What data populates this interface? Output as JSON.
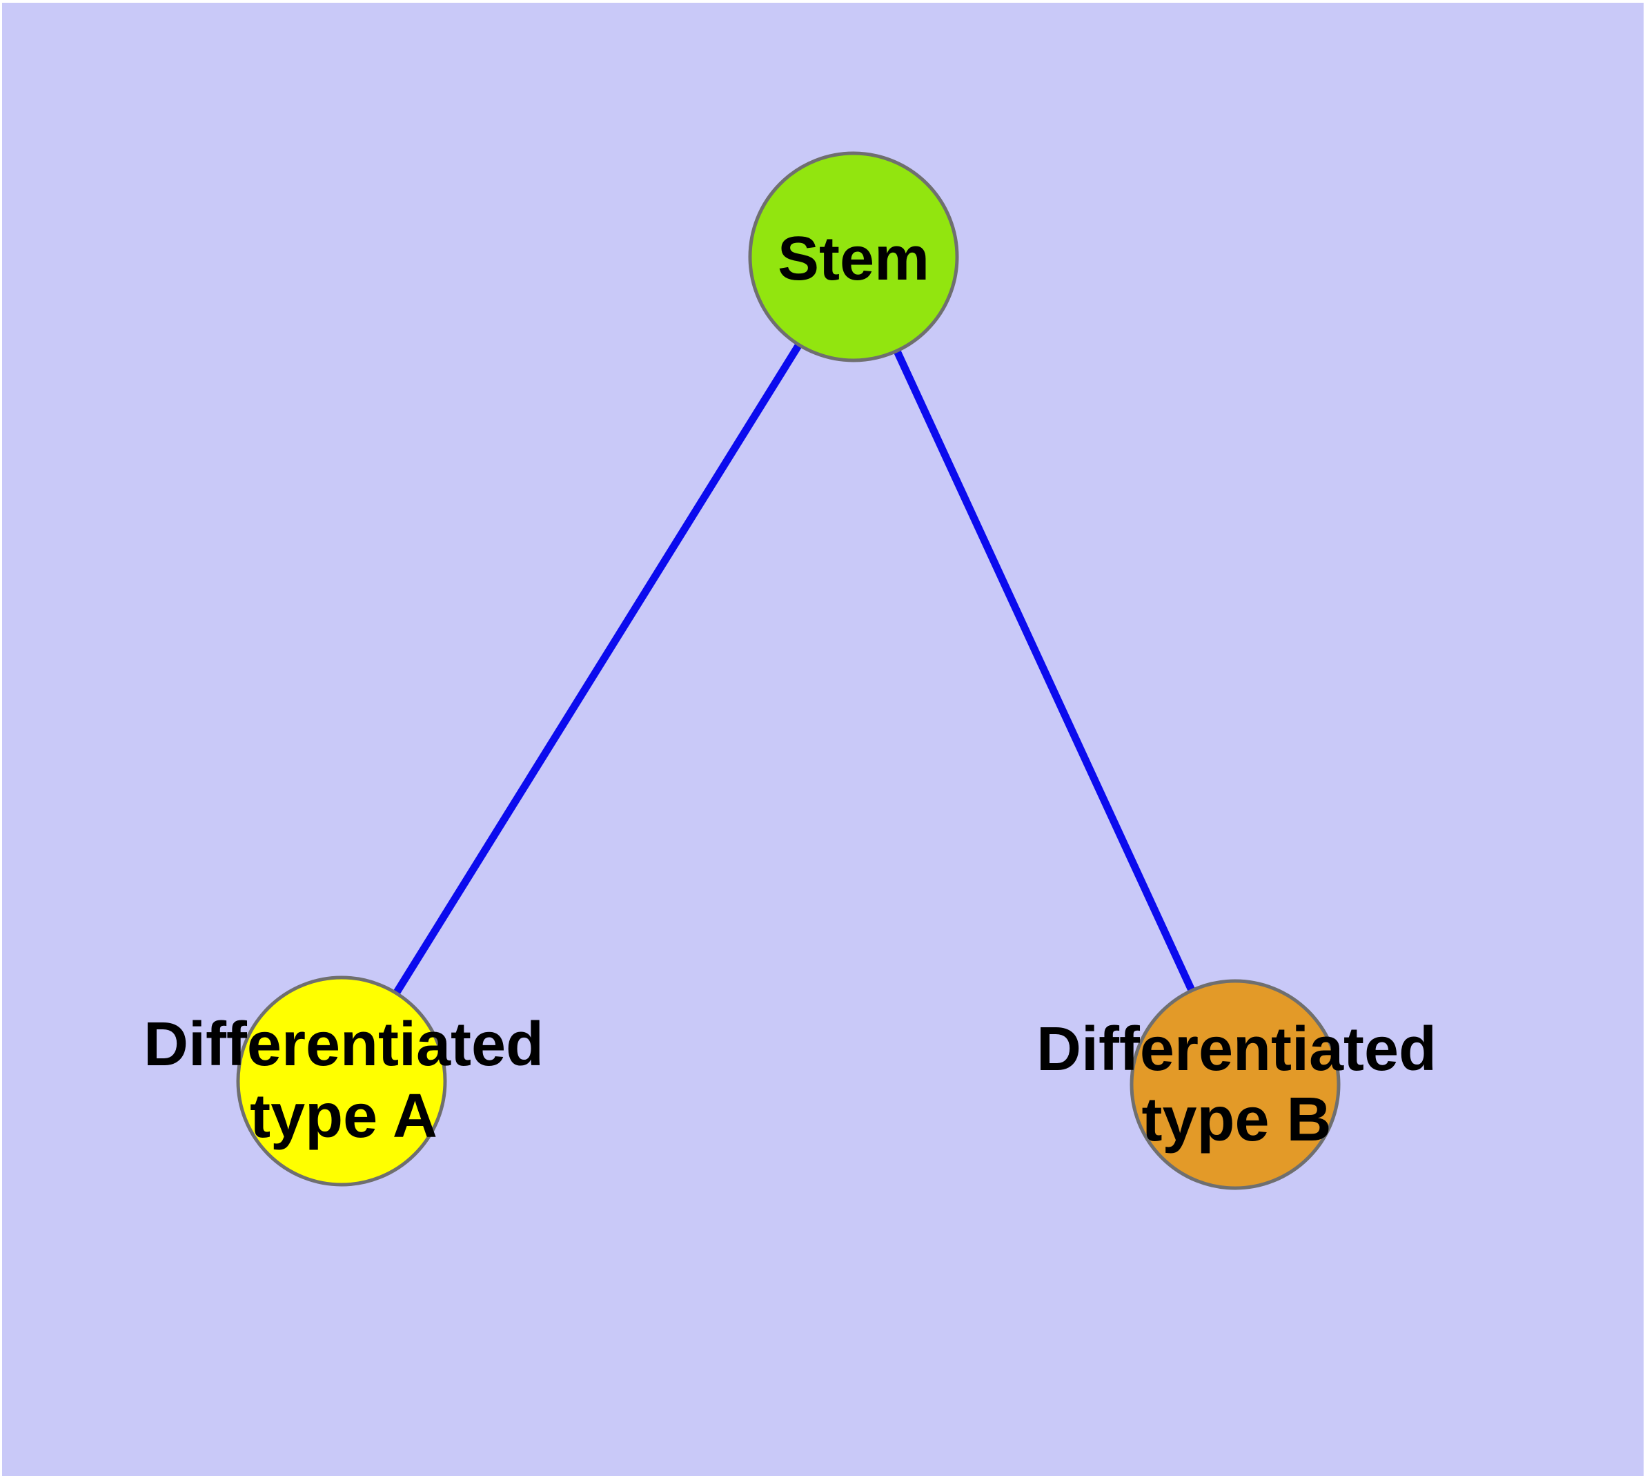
{
  "diagram": {
    "title": "",
    "frame_color": "#ffffff",
    "background_color": "#c9c9f8",
    "node_border_color": "#6f6f6f",
    "label_color": "#000000",
    "edge_color": "#0b0bee",
    "nodes": [
      {
        "id": "stem",
        "lines": [
          "Stem"
        ],
        "fill": "#92e50f"
      },
      {
        "id": "differentiated-type-a",
        "lines": [
          "Differentiated",
          "type A"
        ],
        "fill": "#ffff00"
      },
      {
        "id": "differentiated-type-b",
        "lines": [
          "Differentiated",
          "type B"
        ],
        "fill": "#e39a28"
      }
    ],
    "edges": [
      {
        "id": "stem-to-type-a",
        "from": "stem",
        "to": "differentiated-type-a"
      },
      {
        "id": "stem-to-type-b",
        "from": "stem",
        "to": "differentiated-type-b"
      }
    ]
  }
}
